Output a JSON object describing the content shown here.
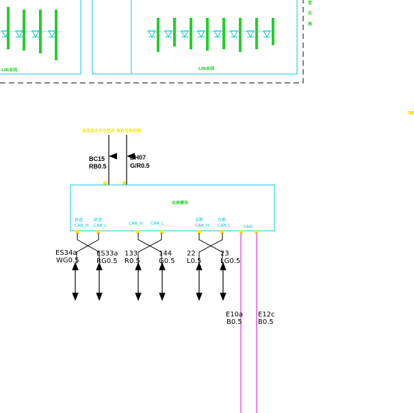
{
  "diagram": {
    "top_panel": {
      "left_box_caption": "LIN总线",
      "right_box_caption": "LIN总线",
      "right_margin_chars": [
        "音",
        "仪",
        "表"
      ]
    },
    "inputs": {
      "header_label": "来自组合开关信号 来自车身控制",
      "left_wire": {
        "code": "BC15",
        "spec": "RB0.5"
      },
      "right_wire": {
        "code": "BH07",
        "spec": "G/R0.5"
      }
    },
    "module": {
      "name": "仪表模块",
      "pins": [
        {
          "a": "舒适",
          "b": "CAN_H"
        },
        {
          "a": "舒适",
          "b": "CAN_L"
        },
        {
          "a": "",
          "b": "CAN_H"
        },
        {
          "a": "",
          "b": "CAN_L"
        },
        {
          "a": "诊断",
          "b": "CAN_H"
        },
        {
          "a": "诊断",
          "b": "CAN_L"
        },
        {
          "a": "",
          "b": "GND"
        }
      ]
    },
    "twisted_pairs": [
      {
        "left_code": "ES34a",
        "left_spec": "WG0.5",
        "right_code": "ES33a",
        "right_spec": "RG0.5"
      },
      {
        "left_code": "133",
        "left_spec": "R0.5",
        "right_code": "144",
        "right_spec": "G0.5"
      },
      {
        "left_code": "22",
        "left_spec": "L0.5",
        "right_code": "23",
        "right_spec": "LG0.5"
      }
    ],
    "ground_wires": [
      {
        "code": "E10a",
        "spec": "B0.5"
      },
      {
        "code": "E12c",
        "spec": "B0.5"
      }
    ],
    "colors": {
      "frame": "#00c8d8",
      "wire": "#000000",
      "ground_wire": "#e040e0",
      "pin_dot": "#ffe800",
      "note": "#22d02a",
      "dashed_border": "#000000"
    }
  }
}
